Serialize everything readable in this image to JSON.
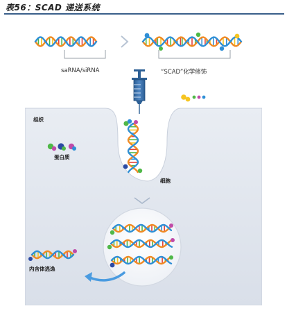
{
  "figure": {
    "title": "表56：SCAD 递送系统"
  },
  "diagram": {
    "labels": {
      "sarna": "saRNA/siRNA",
      "scad": "“SCAD”化学修饰",
      "tissue": "组织",
      "protein": "蛋白质",
      "cell": "细胞",
      "escape": "内含体逃逸"
    }
  },
  "colors": {
    "rule": "#3a5f8a",
    "tissue_bg": "#dde3ec",
    "cell_bg": "#e8ecf3",
    "helix_orange": "#f08a24",
    "helix_blue": "#2f8fd6",
    "helix_rung_red": "#e4423a",
    "helix_rung_green": "#4fb848",
    "helix_rung_yellow": "#f6c521",
    "arrow_blue": "#4a9be0"
  },
  "icons": [
    "syringe-icon",
    "chevron-right-icon",
    "chevron-down-icon",
    "curved-arrow-icon",
    "protein-cluster-icon",
    "molecule-dots-icon"
  ]
}
